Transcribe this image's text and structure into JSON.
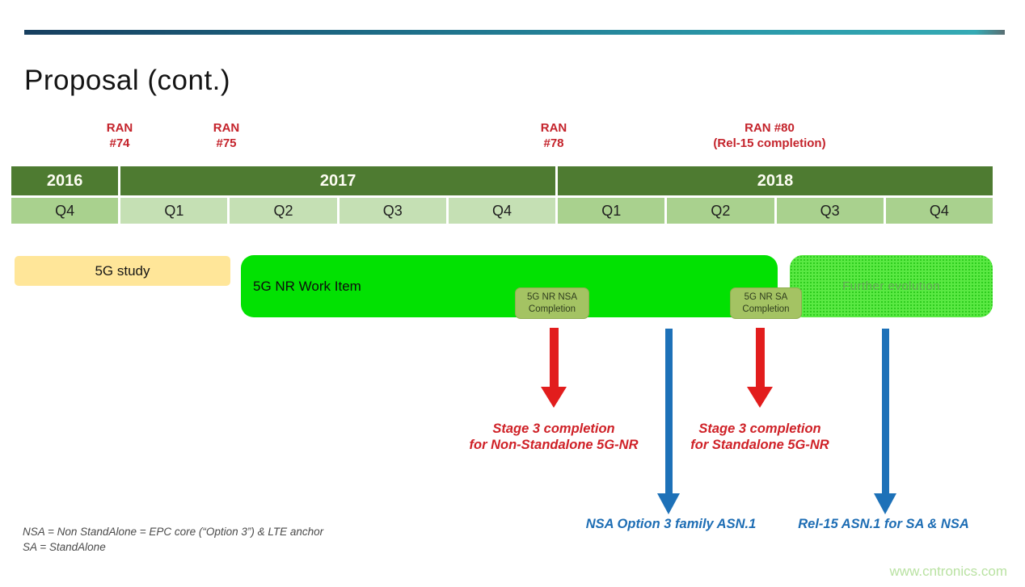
{
  "slide": {
    "title": "Proposal (cont.)",
    "watermark": "www.cntronics.com"
  },
  "milestones": [
    {
      "line1": "RAN",
      "line2": "#74"
    },
    {
      "line1": "RAN",
      "line2": "#75"
    },
    {
      "line1": "RAN",
      "line2": "#78"
    },
    {
      "line1": "RAN #80",
      "line2": "(Rel-15 completion)"
    }
  ],
  "timeline": {
    "years": [
      "2016",
      "2017",
      "2018"
    ],
    "quarters": [
      "Q4",
      "Q1",
      "Q2",
      "Q3",
      "Q4",
      "Q1",
      "Q2",
      "Q3",
      "Q4"
    ]
  },
  "bars": {
    "study": {
      "label": "5G study"
    },
    "work_item": {
      "label": "5G NR Work Item"
    },
    "nsa_completion": {
      "line1": "5G NR NSA",
      "line2": "Completion"
    },
    "sa_completion": {
      "line1": "5G NR SA",
      "line2": "Completion"
    },
    "further": {
      "label": "Further evolution"
    }
  },
  "annotations": {
    "nsa_stage3": {
      "line1": "Stage 3 completion",
      "line2": "for Non-Standalone 5G-NR"
    },
    "sa_stage3": {
      "line1": "Stage 3 completion",
      "line2": "for Standalone 5G-NR"
    },
    "nsa_asn1": "NSA Option 3  family ASN.1",
    "rel15_asn1": "Rel-15 ASN.1 for SA & NSA"
  },
  "footnotes": {
    "line1": "NSA = Non StandAlone = EPC core (“Option 3”) & LTE anchor",
    "line2": "SA = StandAlone"
  },
  "colors": {
    "accent_teal": "#2b9aaa",
    "year_green": "#4e7b31",
    "quarter_mid_green": "#a9d18e",
    "quarter_light_green": "#c5e0b4",
    "study_yellow": "#ffe699",
    "work_item_green": "#02e102",
    "chip_olive": "#a4c363",
    "milestone_red": "#c4232b",
    "arrow_red": "#e21d1d",
    "arrow_blue": "#1d71b8",
    "watermark_green": "#b9e2a2"
  }
}
